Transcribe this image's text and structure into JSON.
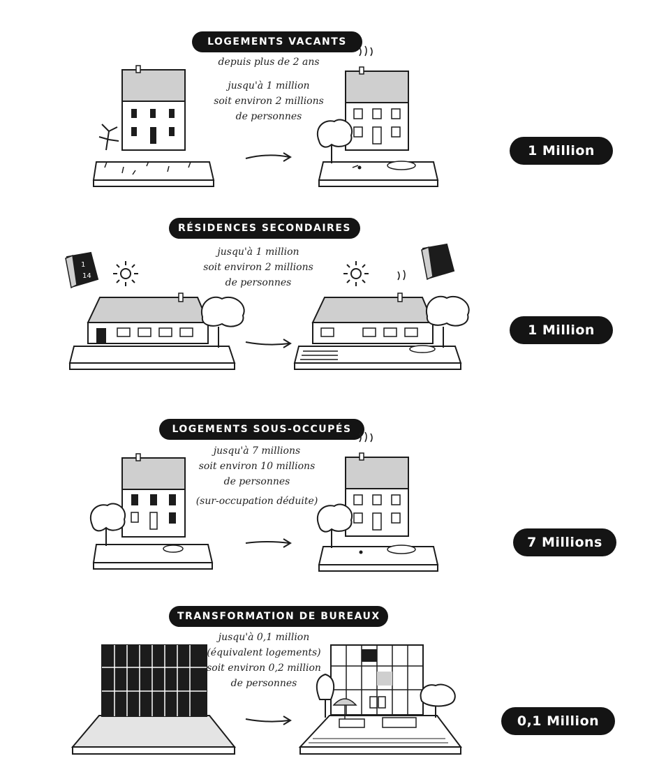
{
  "sections": [
    {
      "title": "LOGEMENTS VACANTS",
      "lines": [
        "depuis plus de 2 ans",
        "",
        "jusqu'à 1 million",
        "soit environ 2 millions",
        "de personnes"
      ],
      "count": "1 Million"
    },
    {
      "title": "RÉSIDENCES SECONDAIRES",
      "lines": [
        "jusqu'à 1 million",
        "soit environ 2 millions",
        "de personnes"
      ],
      "count": "1 Million"
    },
    {
      "title": "LOGEMENTS SOUS-OCCUPÉS",
      "lines": [
        "jusqu'à 7 millions",
        "soit environ 10 millions",
        "de personnes",
        "(sur-occupation déduite)"
      ],
      "count": "7 Millions"
    },
    {
      "title": "TRANSFORMATION DE BUREAUX",
      "lines": [
        "jusqu'à 0,1 million",
        "(équivalent logements)",
        "soit environ 0,2 million",
        "de personnes"
      ],
      "count": "0,1 Million"
    }
  ],
  "calendar_labels": [
    "1",
    "14"
  ],
  "colors": {
    "ink": "#1c1c1c",
    "pill": "#141414",
    "roof": "#cfcfcf",
    "paper": "#ffffff"
  }
}
